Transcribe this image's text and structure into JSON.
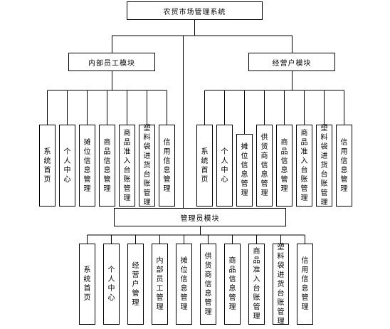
{
  "root": {
    "title": "农贸市场管理系统"
  },
  "modules": [
    {
      "id": "staff",
      "title": "内部员工模块",
      "children": [
        "系统首页",
        "个人中心",
        "摊位信息管理",
        "商品信息管理",
        "商品准入台账管理",
        "塑料袋进货台账管理",
        "信用信息管理"
      ]
    },
    {
      "id": "merchant",
      "title": "经营户模块",
      "children": [
        "系统首页",
        "个人中心",
        "摊位信息管理",
        "供货商信息管理",
        "商品信息管理",
        "商品准入台账管理",
        "塑料袋进货台账管理",
        "信用信息管理"
      ]
    },
    {
      "id": "admin",
      "title": "管理员模块",
      "children": [
        "系统首页",
        "个人中心",
        "经营户管理",
        "内部员工管理",
        "摊位信息管理",
        "供货商信息管理",
        "商品信息管理",
        "商品准入台账管理",
        "塑料袋进货台账管理",
        "信用信息管理"
      ]
    }
  ]
}
